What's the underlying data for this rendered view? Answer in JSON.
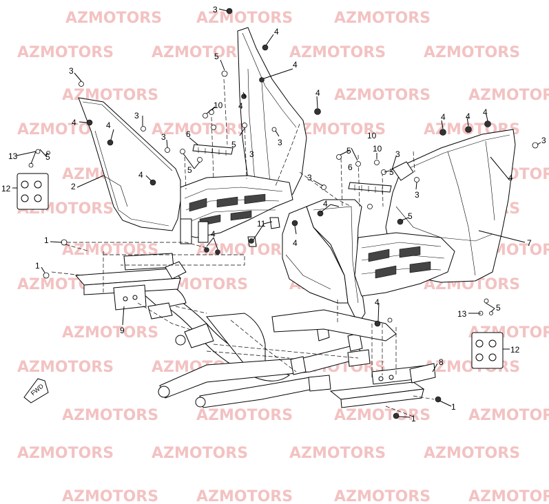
{
  "watermark": "AZMOTORS",
  "arrow_text": "FWD",
  "callouts": [
    {
      "id": "c1",
      "text": "3"
    },
    {
      "id": "c2",
      "text": "4"
    },
    {
      "id": "c3",
      "text": "5"
    },
    {
      "id": "c4",
      "text": "4"
    },
    {
      "id": "c5",
      "text": "3"
    },
    {
      "id": "c6",
      "text": "4"
    },
    {
      "id": "c7",
      "text": "4"
    },
    {
      "id": "c8",
      "text": "3"
    },
    {
      "id": "c9",
      "text": "10"
    },
    {
      "id": "c10",
      "text": "4"
    },
    {
      "id": "c11",
      "text": "4"
    },
    {
      "id": "c12",
      "text": "5"
    },
    {
      "id": "c13",
      "text": "3"
    },
    {
      "id": "c14",
      "text": "6"
    },
    {
      "id": "c15",
      "text": "3"
    },
    {
      "id": "c16",
      "text": "4"
    },
    {
      "id": "c17",
      "text": "5"
    },
    {
      "id": "c18",
      "text": "13"
    },
    {
      "id": "c19",
      "text": "5"
    },
    {
      "id": "c20",
      "text": "12"
    },
    {
      "id": "c21",
      "text": "2"
    },
    {
      "id": "c22",
      "text": "11"
    },
    {
      "id": "c23",
      "text": "4"
    },
    {
      "id": "c24",
      "text": "1"
    },
    {
      "id": "c25",
      "text": "1"
    },
    {
      "id": "c26",
      "text": "9"
    },
    {
      "id": "c27",
      "text": "4"
    },
    {
      "id": "c28",
      "text": "4"
    },
    {
      "id": "c29",
      "text": "4"
    },
    {
      "id": "c30",
      "text": "3"
    },
    {
      "id": "c31",
      "text": "10"
    },
    {
      "id": "c32",
      "text": "5"
    },
    {
      "id": "c33",
      "text": "10"
    },
    {
      "id": "c34",
      "text": "6"
    },
    {
      "id": "c35",
      "text": "5"
    },
    {
      "id": "c36",
      "text": "3"
    },
    {
      "id": "c37",
      "text": "3"
    },
    {
      "id": "c38",
      "text": "3"
    },
    {
      "id": "c39",
      "text": "4"
    },
    {
      "id": "c40",
      "text": "5"
    },
    {
      "id": "c41",
      "text": "7"
    },
    {
      "id": "c42",
      "text": "4"
    },
    {
      "id": "c43",
      "text": "4"
    },
    {
      "id": "c44",
      "text": "13"
    },
    {
      "id": "c45",
      "text": "5"
    },
    {
      "id": "c46",
      "text": "12"
    },
    {
      "id": "c47",
      "text": "8"
    },
    {
      "id": "c48",
      "text": "1"
    },
    {
      "id": "c49",
      "text": "1"
    },
    {
      "id": "c50",
      "text": "4"
    },
    {
      "id": "c51",
      "text": "3"
    }
  ]
}
